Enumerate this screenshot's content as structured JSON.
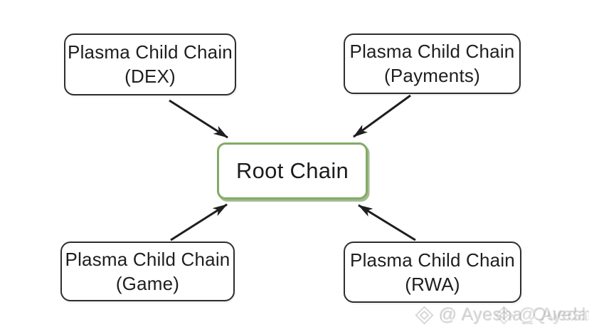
{
  "diagram": {
    "root": {
      "label": "Root Chain"
    },
    "children": [
      {
        "id": "dex",
        "position": "top-left",
        "line1": "Plasma Child Chain",
        "line2": "(DEX)"
      },
      {
        "id": "payments",
        "position": "top-right",
        "line1": "Plasma Child Chain",
        "line2": "(Payments)"
      },
      {
        "id": "game",
        "position": "bottom-left",
        "line1": "Plasma Child Chain",
        "line2": "(Game)"
      },
      {
        "id": "rwa",
        "position": "bottom-right",
        "line1": "Plasma Child Chain",
        "line2": "(RWA)"
      }
    ],
    "edges": [
      {
        "from": "dex",
        "to": "root"
      },
      {
        "from": "payments",
        "to": "root"
      },
      {
        "from": "game",
        "to": "root"
      },
      {
        "from": "rwa",
        "to": "root"
      }
    ],
    "colors": {
      "root_border": "#84aa66",
      "root_shadow": "#5f8a46",
      "child_border": "#2e2e2e",
      "arrow": "#1f1f1f",
      "text": "#1e1e1e",
      "background": "#ffffff",
      "watermark": "#b0b0b0"
    },
    "watermark": {
      "icon": "diamond-icon",
      "text": "@ Ayesha_Queda"
    }
  }
}
